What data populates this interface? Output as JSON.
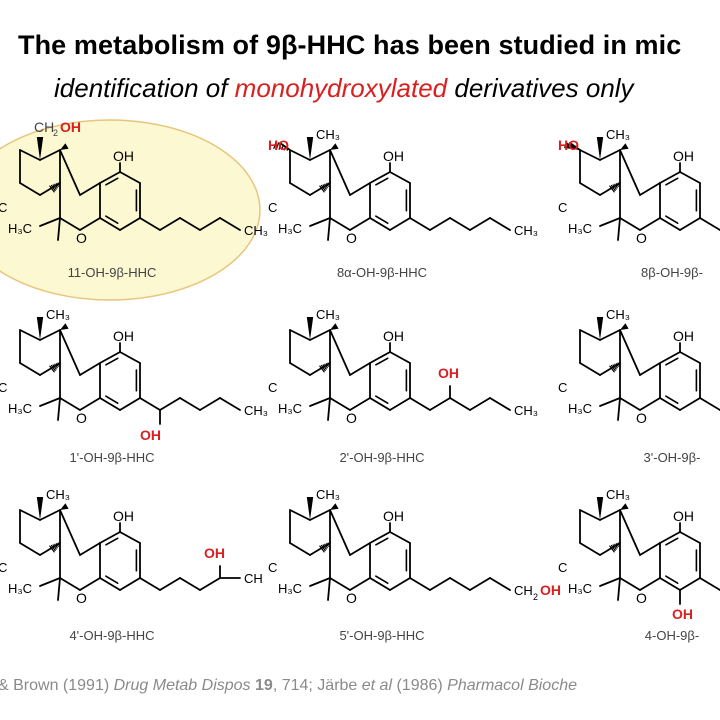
{
  "header": {
    "title": "The metabolism of 9β-HHC has been studied in mic",
    "subtitle_pre": "identification of ",
    "subtitle_highlight": "monohydroxylated",
    "subtitle_post": " derivatives only"
  },
  "compounds": [
    {
      "name": "11-OH-9β-HHC",
      "variant": "11",
      "highlighted": true
    },
    {
      "name": "8α-OH-9β-HHC",
      "variant": "8a",
      "highlighted": false
    },
    {
      "name": "8β-OH-9β-",
      "variant": "8b",
      "highlighted": false
    },
    {
      "name": "1'-OH-9β-HHC",
      "variant": "1p",
      "highlighted": false
    },
    {
      "name": "2'-OH-9β-HHC",
      "variant": "2p",
      "highlighted": false
    },
    {
      "name": "3'-OH-9β-",
      "variant": "3p",
      "highlighted": false
    },
    {
      "name": "4'-OH-9β-HHC",
      "variant": "4p",
      "highlighted": false
    },
    {
      "name": "5'-OH-9β-HHC",
      "variant": "5p",
      "highlighted": false
    },
    {
      "name": "4-OH-9β-",
      "variant": "4",
      "highlighted": false
    }
  ],
  "atom_labels": {
    "hydroxyl": "OH",
    "hydroxyl_left": "HO",
    "oxygen": "O",
    "methyl": "CH₃",
    "gem_methyl": "H₃C",
    "hydroxymethyl": "CH₂OH"
  },
  "footer": {
    "ref1_authors": "& Brown (1991) ",
    "ref1_journal": "Drug Metab Dispos",
    "ref1_volume": "19",
    "ref1_pages": ", 714;   Järbe ",
    "ref2_etal": "et al",
    "ref2_year": " (1986) ",
    "ref2_journal": "Pharmacol Bioche"
  },
  "colors": {
    "highlight_fill": "#fbf8d2",
    "highlight_stroke": "#e8c47c",
    "accent_red": "#d92020",
    "caption_grey": "#444444",
    "footer_grey": "#8a8a8a"
  }
}
